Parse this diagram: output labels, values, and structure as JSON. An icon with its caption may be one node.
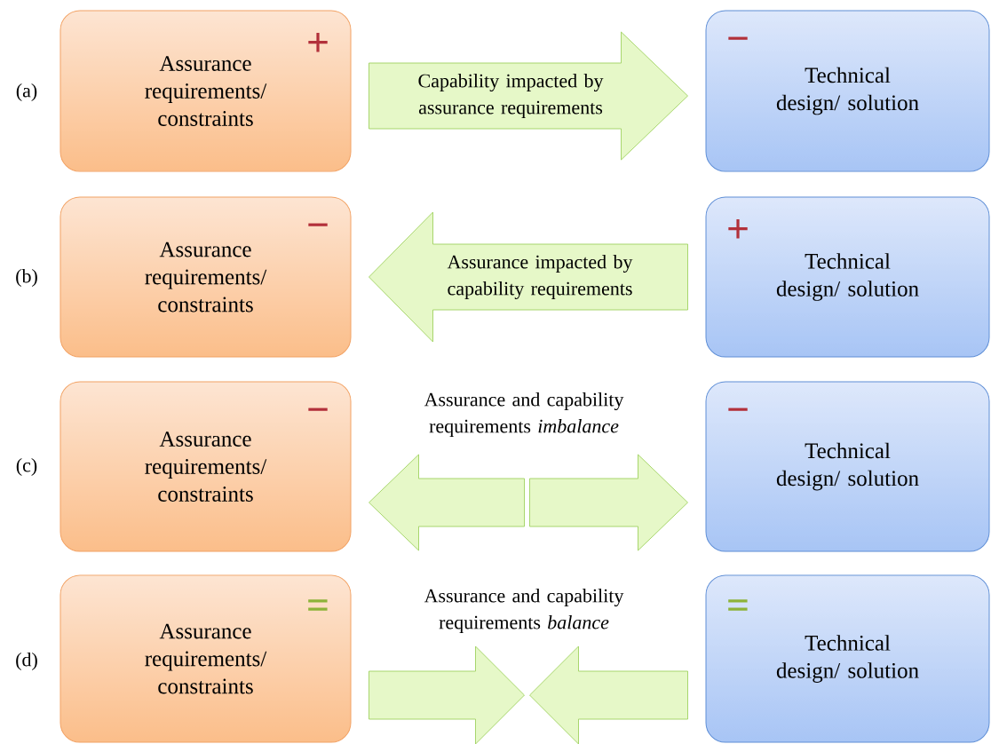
{
  "diagram": {
    "nodes": [
      {
        "text": [
          "+",
          "Assurance requirements/ constraints"
        ]
      },
      {
        "text": [
          "−",
          "Technical design/ solution"
        ]
      },
      {
        "text": [
          "−",
          "Assurance requirements/ constraints"
        ]
      },
      {
        "text": [
          "+",
          "Technical design/ solution"
        ]
      },
      {
        "text": [
          "−",
          "Assurance requirements/ constraints"
        ]
      },
      {
        "text": [
          "−",
          "Technical design/ solution"
        ]
      },
      {
        "text": [
          "=",
          "Assurance requirements/ constraints"
        ]
      },
      {
        "text": [
          "=",
          "Technical design/ solution"
        ]
      }
    ],
    "edges": [
      {
        "from": 0,
        "to": 1,
        "arrow": "to",
        "label": "Capability impacted by assurance requirements"
      },
      {
        "from": 3,
        "to": 2,
        "arrow": "to",
        "label": "Assurance impacted by capability requirements"
      },
      {
        "from": null,
        "to": 4,
        "arrow": "to"
      },
      {
        "from": null,
        "to": 5,
        "arrow": "to"
      },
      {
        "from": 6,
        "to": null,
        "arrow": "to"
      },
      {
        "from": 7,
        "to": null,
        "arrow": "to"
      }
    ],
    "labels": [
      "(a)",
      "(b)",
      "Assurance and capability requirements *imbalance*",
      "(c)",
      "Assurance and capability requirements *balance*",
      "(d)"
    ]
  }
}
